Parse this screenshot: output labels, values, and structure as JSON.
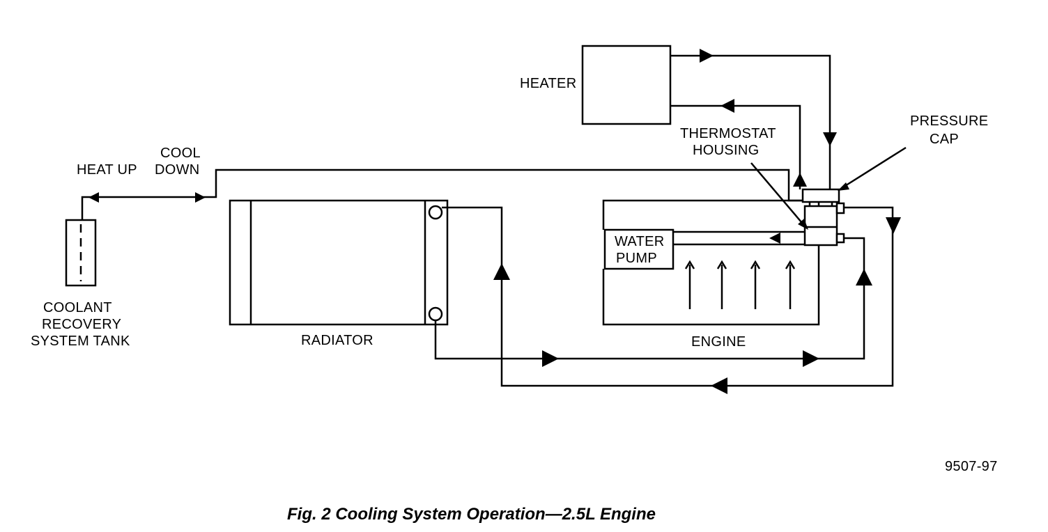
{
  "labels": {
    "heater": "HEATER",
    "thermostat_housing_1": "THERMOSTAT",
    "thermostat_housing_2": "HOUSING",
    "pressure_cap_1": "PRESSURE",
    "pressure_cap_2": "CAP",
    "heat_up": "HEAT UP",
    "cool_down_1": "COOL",
    "cool_down_2": "DOWN",
    "water_pump_1": "WATER",
    "water_pump_2": "PUMP",
    "coolant_tank_1": "COOLANT",
    "coolant_tank_2": "RECOVERY",
    "coolant_tank_3": "SYSTEM TANK",
    "radiator": "RADIATOR",
    "engine": "ENGINE",
    "figure_code": "9507-97"
  },
  "caption": "Fig. 2 Cooling System Operation—2.5L Engine"
}
